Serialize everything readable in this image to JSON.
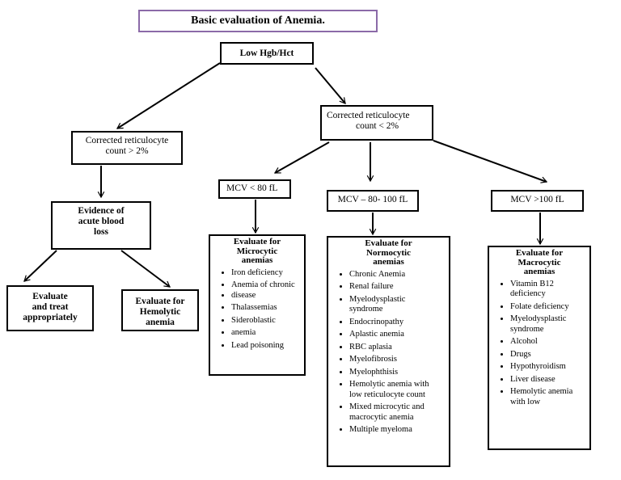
{
  "title": "Basic evaluation of Anemia.",
  "root": "Low Hgb/Hct",
  "retic_high": [
    "Corrected reticulocyte",
    "count > 2%"
  ],
  "retic_low": [
    "Corrected reticulocyte",
    "count < 2%"
  ],
  "evidence": [
    "Evidence of",
    "acute blood",
    "loss"
  ],
  "treat": [
    "Evaluate",
    "and treat",
    "appropriately"
  ],
  "hemolytic": [
    "Evaluate for",
    "Hemolytic",
    "anemia"
  ],
  "mcv_low": "MCV < 80 fL",
  "mcv_mid": "MCV – 80- 100 fL",
  "mcv_high": "MCV >100 fL",
  "microcytic": {
    "head": [
      "Evaluate for",
      "Microcytic",
      "anemias"
    ],
    "items": [
      "Iron deficiency",
      "Anemia of chronic",
      "disease",
      "Thalassemias",
      "Sideroblastic",
      "anemia",
      "Lead poisoning"
    ]
  },
  "normocytic": {
    "head": [
      "Evaluate for",
      "Normocytic",
      "anemias"
    ],
    "items": [
      "Chronic Anemia",
      "Renal failure",
      "Myelodysplastic syndrome",
      "Endocrinopathy",
      "Aplastic anemia",
      "RBC aplasia",
      "Myelofibrosis",
      "Myelophthisis",
      "Hemolytic anemia with low reticulocyte count",
      "Mixed microcytic and macrocytic anemia",
      "Multiple myeloma"
    ]
  },
  "macrocytic": {
    "head": [
      "Evaluate for",
      "Macrocytic",
      "anemias"
    ],
    "items": [
      "Vitamin B12 deficiency",
      "Folate deficiency",
      "Myelodysplastic syndrome",
      "Alcohol",
      "Drugs",
      "Hypothyroidism",
      "Liver disease",
      "Hemolytic anemia with low"
    ]
  }
}
